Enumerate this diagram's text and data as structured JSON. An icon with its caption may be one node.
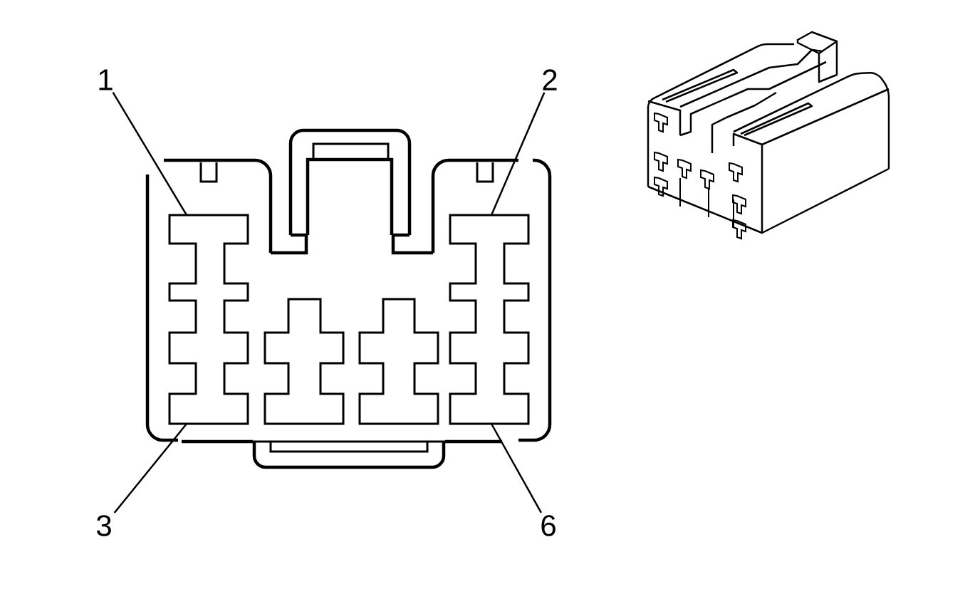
{
  "diagram": {
    "nodes": [
      {
        "text": [
          "1"
        ]
      },
      {
        "text": [
          "2"
        ]
      },
      {
        "text": [
          "3"
        ]
      },
      {
        "text": [
          "6"
        ]
      }
    ],
    "edges": [
      {
        "from": 0,
        "to": null,
        "arrow": "none"
      },
      {
        "from": 1,
        "to": null,
        "arrow": "none"
      },
      {
        "from": 2,
        "to": null,
        "arrow": "none"
      },
      {
        "from": 3,
        "to": null,
        "arrow": "none"
      }
    ]
  }
}
